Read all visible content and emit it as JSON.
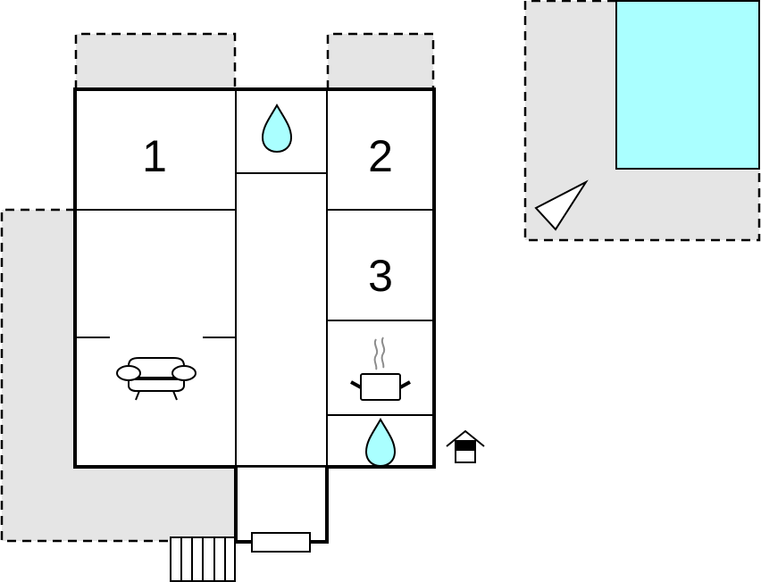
{
  "floorplan": {
    "rooms": [
      {
        "id": "bedroom-1",
        "label": "1"
      },
      {
        "id": "bedroom-2",
        "label": "2"
      },
      {
        "id": "bedroom-3",
        "label": "3"
      }
    ],
    "icons": {
      "bathroom_top": "water-drop-icon",
      "bathroom_bottom": "water-drop-icon",
      "kitchen": "cooking-pot-icon",
      "living_room": "armchair-sofa-icon",
      "entrance": "house-entrance-icon",
      "pool_furniture": "sunbed-triangle-icon",
      "stairs": "stairs-icon"
    },
    "colors": {
      "wall": "#000000",
      "terrace": "#e5e5e5",
      "water": "#aaffff",
      "steam": "#8c8c8c",
      "background": "#ffffff"
    },
    "areas": {
      "pool": "pool",
      "terraces": [
        "terrace-top-left",
        "terrace-top-right",
        "terrace-left",
        "terrace-pool"
      ]
    }
  }
}
